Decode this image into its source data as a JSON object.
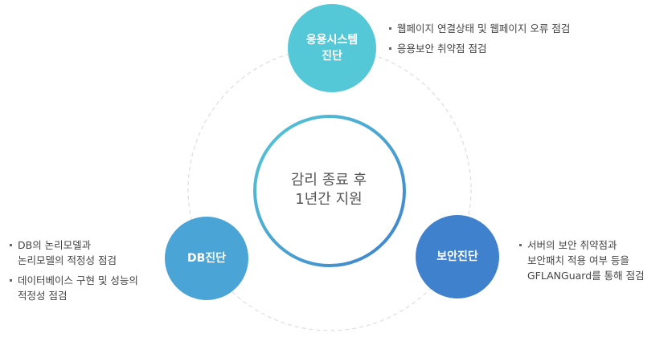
{
  "center": {
    "line1": "감리 종료 후",
    "line2": "1년간 지원"
  },
  "nodes": {
    "app": {
      "line1": "응용시스템",
      "line2": "진단",
      "color": "#55c8d7"
    },
    "db": {
      "label": "DB진단",
      "color": "#4ba4d6"
    },
    "security": {
      "label": "보안진단",
      "color": "#3f81cc"
    }
  },
  "descriptions": {
    "app": [
      {
        "lines": [
          "웹페이지 연결상태 및 웹페이지 오류 점검"
        ]
      },
      {
        "lines": [
          "응용보안 취약점 점검"
        ]
      }
    ],
    "db": [
      {
        "lines": [
          "DB의 논리모델과",
          "논리모델의 적정성 점검"
        ]
      },
      {
        "lines": [
          "데이터베이스 구현 및 성능의",
          "적정성 점검"
        ]
      }
    ],
    "security": [
      {
        "lines": [
          "서버의 보안 취약점과",
          "보안패치 적용 여부 등을",
          "GFLANGuard를 통해 점검"
        ]
      }
    ]
  },
  "colors": {
    "ring_gradient_start": "#55c8d7",
    "ring_gradient_end": "#3f81cc",
    "dashed_orbit": "#dddddd"
  }
}
